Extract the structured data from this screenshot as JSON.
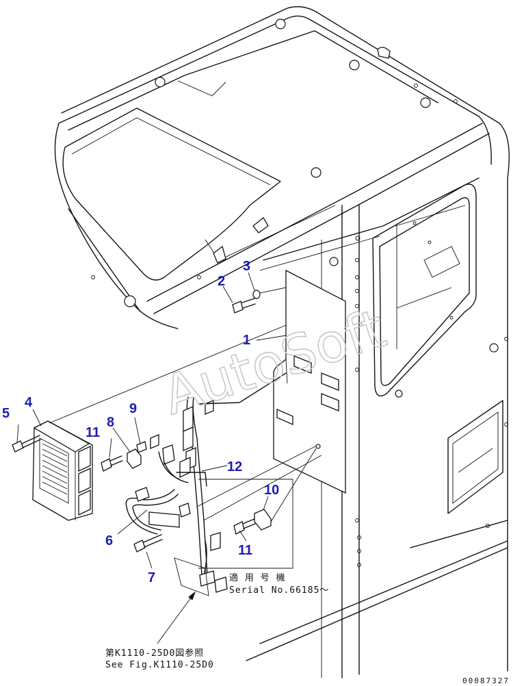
{
  "callouts": [
    {
      "id": "c1",
      "label": "1"
    },
    {
      "id": "c2",
      "label": "2"
    },
    {
      "id": "c3",
      "label": "3"
    },
    {
      "id": "c4",
      "label": "4"
    },
    {
      "id": "c5",
      "label": "5"
    },
    {
      "id": "c6",
      "label": "6"
    },
    {
      "id": "c7",
      "label": "7"
    },
    {
      "id": "c8",
      "label": "8"
    },
    {
      "id": "c9",
      "label": "9"
    },
    {
      "id": "c10",
      "label": "10"
    },
    {
      "id": "c11a",
      "label": "11"
    },
    {
      "id": "c11b",
      "label": "11"
    },
    {
      "id": "c12",
      "label": "12"
    }
  ],
  "notes": {
    "serial_jp": "適 用 号 機",
    "serial_en": "Serial No.66185～",
    "ref_jp": "第K1110-25D0図参照",
    "ref_en": "See Fig.K1110-25D0"
  },
  "watermark": "AutoSoft",
  "doc_id": "00087327",
  "colors": {
    "callout": "#1c1cb4",
    "line": "#111111",
    "watermark": "#c8c8c8"
  }
}
